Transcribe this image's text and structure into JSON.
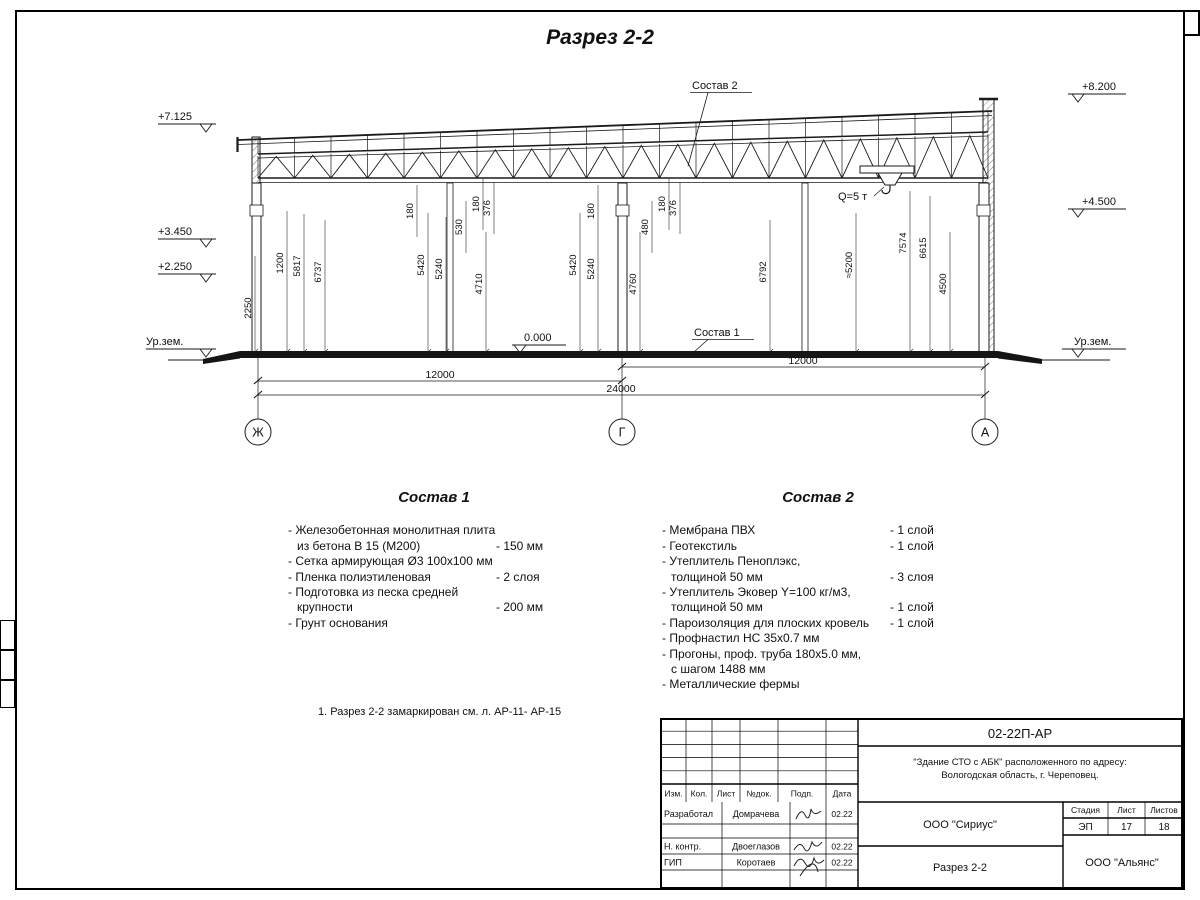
{
  "page": {
    "title": "Разрез 2-2"
  },
  "drawing": {
    "callouts": {
      "sostav1": "Состав 1",
      "sostav2": "Состав 2",
      "crane": "Q=5 т",
      "zero": "0.000"
    },
    "elev_left": [
      {
        "v": "+7.125"
      },
      {
        "v": "+3.450"
      },
      {
        "v": "+2.250"
      }
    ],
    "ground_left": "Ур.зем.",
    "elev_right": [
      {
        "v": "+8.200"
      },
      {
        "v": "+4.500"
      }
    ],
    "ground_right": "Ур.зем.",
    "axes": [
      {
        "label": "Ж"
      },
      {
        "label": "Г"
      },
      {
        "label": "А"
      }
    ],
    "h_dims": [
      {
        "v": "12000"
      },
      {
        "v": "12000"
      },
      {
        "v": "24000"
      }
    ],
    "v_dims": [
      {
        "v": "2250"
      },
      {
        "v": "1200"
      },
      {
        "v": "5817"
      },
      {
        "v": "6737"
      },
      {
        "v": "5420"
      },
      {
        "v": "5240"
      },
      {
        "v": "180"
      },
      {
        "v": "530"
      },
      {
        "v": "180"
      },
      {
        "v": "376"
      },
      {
        "v": "4710"
      },
      {
        "v": "180"
      },
      {
        "v": "5420"
      },
      {
        "v": "5240"
      },
      {
        "v": "480"
      },
      {
        "v": "180"
      },
      {
        "v": "376"
      },
      {
        "v": "4760"
      },
      {
        "v": "6792"
      },
      {
        "v": "≈5200"
      },
      {
        "v": "7574"
      },
      {
        "v": "6615"
      },
      {
        "v": "4500"
      }
    ]
  },
  "sostav1": {
    "heading": "Состав 1",
    "rows": [
      {
        "t": "- Железобетонная  монолитная плита",
        "v": ""
      },
      {
        "t": "из бетона В 15 (М200)",
        "v": "- 150 мм"
      },
      {
        "t": "- Сетка армирующая Ø3 100x100 мм",
        "v": ""
      },
      {
        "t": "- Пленка полиэтиленовая",
        "v": "- 2 слоя"
      },
      {
        "t": "- Подготовка из песка средней",
        "v": ""
      },
      {
        "t": "крупности",
        "v": "- 200 мм"
      },
      {
        "t": "- Грунт основания",
        "v": ""
      }
    ]
  },
  "sostav2": {
    "heading": "Состав 2",
    "rows": [
      {
        "t": "- Мембрана ПВХ",
        "v": "- 1 слой"
      },
      {
        "t": "- Геотекстиль",
        "v": "- 1 слой"
      },
      {
        "t": "- Утеплитель Пеноплэкс,",
        "v": ""
      },
      {
        "t": "толщиной 50 мм",
        "v": "- 3 слоя"
      },
      {
        "t": "- Утеплитель Эковер Y=100 кг/м3,",
        "v": ""
      },
      {
        "t": "толщиной 50 мм",
        "v": "- 1 слой"
      },
      {
        "t": "- Пароизоляция для плоских кровель",
        "v": "- 1 слой"
      },
      {
        "t": "- Профнастил НС 35x0.7 мм",
        "v": ""
      },
      {
        "t": "- Прогоны, проф. труба 180x5.0 мм,",
        "v": ""
      },
      {
        "t": "с шагом 1488 мм",
        "v": ""
      },
      {
        "t": "- Металлические фермы",
        "v": ""
      }
    ]
  },
  "note": "1. Разрез 2-2 замаркирован см. л. АР-11- АР-15",
  "titleblock": {
    "doc_code": "02-22П-АР",
    "project_line1": "\"Здание СТО с АБК\" расположенного по адресу:",
    "project_line2": "Вологодская область, г. Череповец.",
    "header_cols": [
      "Изм.",
      "Кол.",
      "Лист",
      "№док.",
      "Подп.",
      "Дата"
    ],
    "rows": [
      {
        "role": "Разработал",
        "name": "Домрачева",
        "date": "02.22"
      },
      {
        "role": "Н. контр.",
        "name": "Двоеглазов",
        "date": "02.22"
      },
      {
        "role": "ГИП",
        "name": "Коротаев",
        "date": "02.22"
      }
    ],
    "org1": "ООО \"Сириус\"",
    "sheet_title": "Разрез 2-2",
    "org2": "ООО \"Альянс\"",
    "stage_label": "Стадия",
    "sheet_label": "Лист",
    "sheets_label": "Листов",
    "stage": "ЭП",
    "sheet": "17",
    "sheets": "18"
  }
}
